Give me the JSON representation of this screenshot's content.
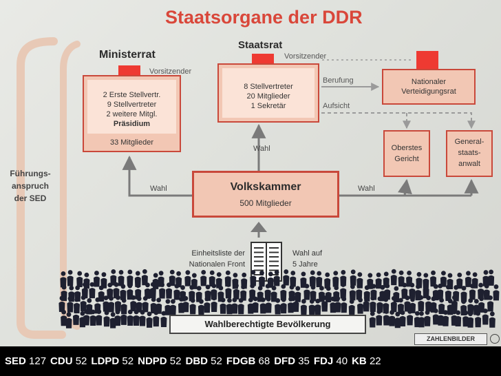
{
  "title": "Staatsorgane der DDR",
  "sidebar_label": "Führungs-\nanspruch\nder SED",
  "ministerrat": {
    "heading": "Ministerrat",
    "chair": "Vorsitzender",
    "lines": [
      "2 Erste Stellvertr.",
      "9 Stellvertreter",
      "2 weitere Mitgl."
    ],
    "presidium": "Präsidium",
    "members": "33 Mitglieder"
  },
  "staatsrat": {
    "heading": "Staatsrat",
    "chair": "Vorsitzender",
    "lines": [
      "8 Stellvertreter",
      "20 Mitglieder",
      "1 Sekretär"
    ]
  },
  "verteidigungsrat": {
    "label": "Nationaler\nVerteidigungsrat"
  },
  "oberstes_gericht": {
    "label": "Oberstes\nGericht"
  },
  "generalstaatsanwalt": {
    "label": "General-\nstaats-\nanwalt"
  },
  "volkskammer": {
    "title": "Volkskammer",
    "members": "500 Mitglieder"
  },
  "edge_labels": {
    "berufung": "Berufung",
    "aufsicht": "Aufsicht",
    "wahl_staatsrat": "Wahl",
    "wahl_left": "Wahl",
    "wahl_right": "Wahl"
  },
  "einheitsliste": "Einheitsliste der\nNationalen Front",
  "wahl_jahre": "Wahl auf\n5 Jahre",
  "population": "Wahlberechtigte Bevölkerung",
  "credit": "ZAHLENBILDER",
  "legend": [
    {
      "party": "SED",
      "seats": "127"
    },
    {
      "party": "CDU",
      "seats": "52"
    },
    {
      "party": "LDPD",
      "seats": "52"
    },
    {
      "party": "NDPD",
      "seats": "52"
    },
    {
      "party": "DBD",
      "seats": "52"
    },
    {
      "party": "FDGB",
      "seats": "68"
    },
    {
      "party": "DFD",
      "seats": "35"
    },
    {
      "party": "FDJ",
      "seats": "40"
    },
    {
      "party": "KB",
      "seats": "22"
    }
  ],
  "colors": {
    "red": "#ee3a32",
    "box_fill": "#f2c7b4",
    "border": "#c9483a",
    "title": "#d9473a",
    "text": "#333333"
  }
}
